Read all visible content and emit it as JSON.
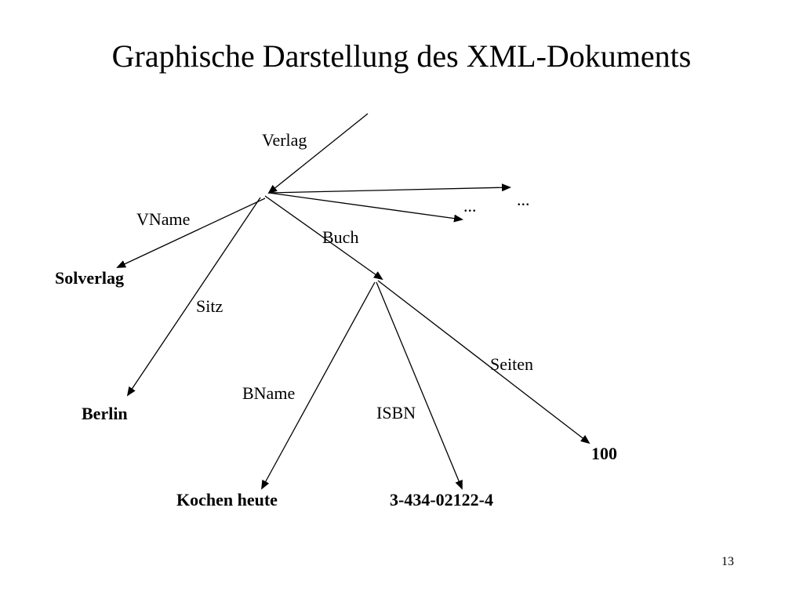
{
  "slide": {
    "title": "Graphische Darstellung des XML-Dokuments",
    "page_number": "13"
  },
  "tree": {
    "edge_labels": {
      "verlag": "Verlag",
      "vname": "VName",
      "sitz": "Sitz",
      "buch": "Buch",
      "bname": "BName",
      "isbn": "ISBN",
      "seiten": "Seiten"
    },
    "leaf_values": {
      "solverlag": "Solverlag",
      "berlin": "Berlin",
      "kochen_heute": "Kochen heute",
      "isbn_value": "3-434-02122-4",
      "seiten_value": "100"
    },
    "ellipsis": {
      "upper": "...",
      "lower": "..."
    }
  }
}
